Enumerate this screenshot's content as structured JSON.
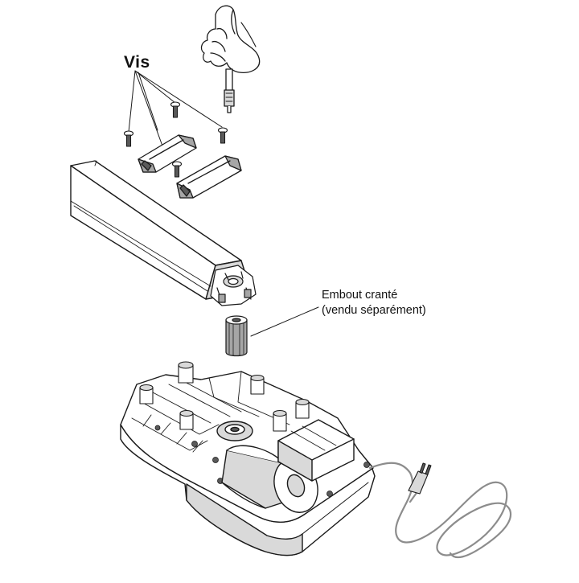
{
  "labels": {
    "screws": "Vis",
    "sprocket_line1": "Embout cranté",
    "sprocket_line2": "(vendu séparément)"
  },
  "colors": {
    "stroke": "#1a1a1a",
    "part_fill": "#ffffff",
    "shade_light": "#d9d9d9",
    "shade_mid": "#a6a6a6",
    "shade_dark": "#5a5a5a",
    "cord": "#8c8c8c"
  },
  "icons": {
    "screwdriver": "hand-screwdriver-icon",
    "screw": "screw-icon",
    "bracket": "rail-bracket-icon",
    "rail": "rail-icon",
    "sprocket": "sprocket-icon",
    "motor_unit": "motor-unit-icon",
    "power_cord": "power-cord-icon"
  }
}
